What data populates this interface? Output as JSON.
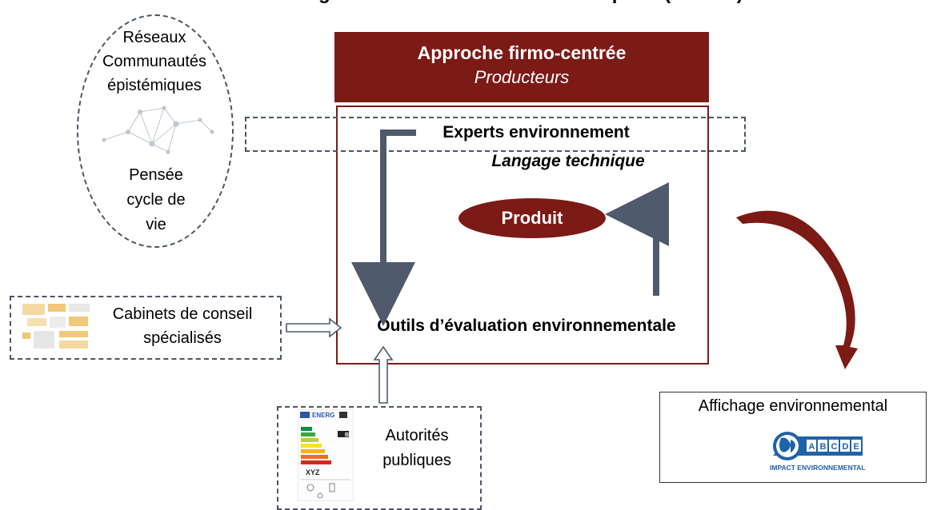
{
  "title": "Cadrage techno-centré de l’éco-conception (ISO - ...)",
  "ellipse": {
    "top_lines": [
      "Réseaux",
      "Communautés",
      "épistémiques"
    ],
    "bottom_lines": [
      "Pensée",
      "cycle de",
      "vie"
    ]
  },
  "header": {
    "title": "Approche firmo-centrée",
    "subtitle": "Producteurs"
  },
  "experts": "Experts environnement",
  "langage": "Langage technique",
  "produit": "Produit",
  "outils": "Outils d’évaluation environnementale",
  "cabinets": {
    "lines": [
      "Cabinets de conseil",
      "spécialisés"
    ]
  },
  "autorites": {
    "lines": [
      "Autorités",
      "publiques"
    ]
  },
  "affichage": {
    "title": "Affichage environnemental",
    "logo_letters": [
      "A",
      "B",
      "C",
      "D",
      "E"
    ],
    "logo_caption": "IMPACT ENVIRONNEMENTAL"
  },
  "energy_label": {
    "header": "ENERG",
    "model": "XYZ",
    "rating": "B"
  },
  "colors": {
    "brand_dark_red": "#7c1a16",
    "dashed_slate": "#4a5568",
    "arrow_slate": "#4f5a6d",
    "logo_blue": "#1f63a8"
  }
}
